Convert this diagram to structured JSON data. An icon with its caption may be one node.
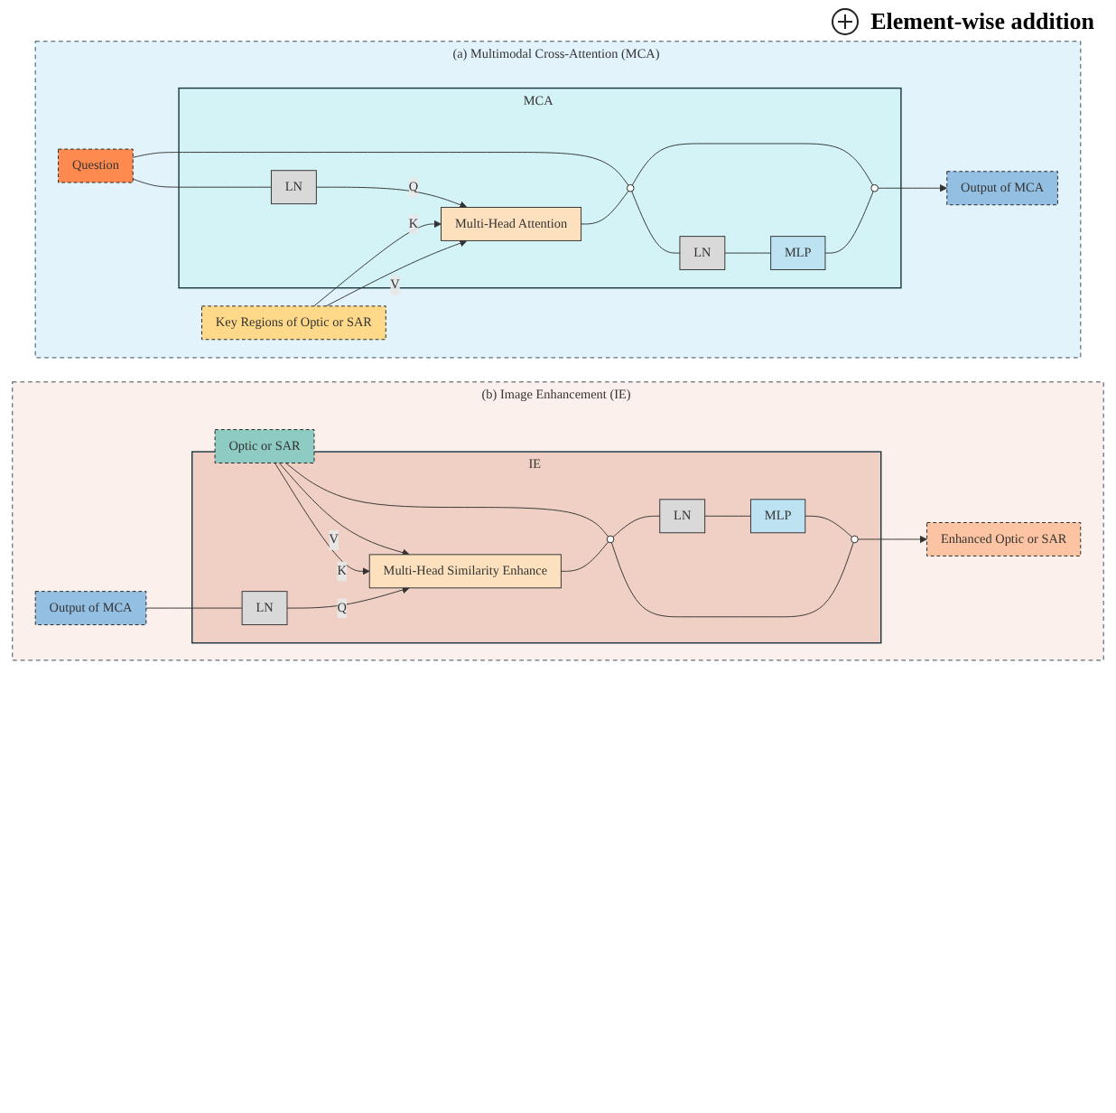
{
  "diagram": {
    "nodes": [
      {
        "text": [
          "(a) Multimodal Cross-Attention (MCA)"
        ]
      },
      {
        "text": [
          "Key Regions of Optic or SAR"
        ],
        "in": 0
      },
      {
        "text": [
          "Question"
        ],
        "in": 0
      },
      {
        "text": [
          "MCA"
        ],
        "in": 0
      },
      {
        "text": [
          "LN"
        ],
        "in": 3
      },
      {
        "text": [
          "Multi-Head Attention"
        ],
        "in": 3
      },
      {
        "text": [],
        "shape": "circle",
        "in": 3
      },
      {
        "text": [
          "LN"
        ],
        "in": 3
      },
      {
        "text": [
          "MLP"
        ],
        "in": 3
      },
      {
        "text": [],
        "shape": "circle",
        "in": 3
      },
      {
        "text": [
          "Output of MCA"
        ],
        "in": 0
      },
      {
        "text": [
          "(b) Image Enhancement (IE)"
        ]
      },
      {
        "text": [
          "Optic or SAR"
        ],
        "in": 11
      },
      {
        "text": [
          "Output of MCA"
        ],
        "in": 11
      },
      {
        "text": [
          "IE"
        ],
        "in": 11
      },
      {
        "text": [
          "LN"
        ],
        "in": 14
      },
      {
        "text": [
          "Multi-Head Similarity Enhance"
        ],
        "in": 14
      },
      {
        "text": [],
        "shape": "circle",
        "in": 14
      },
      {
        "text": [
          "LN"
        ],
        "in": 14
      },
      {
        "text": [
          "MLP"
        ],
        "in": 14
      },
      {
        "text": [],
        "shape": "circle",
        "in": 14
      },
      {
        "text": [
          "Enhanced Optic or SAR"
        ],
        "in": 11
      }
    ],
    "edges": [
      {
        "from": 2,
        "to": 4,
        "arrow": "none"
      },
      {
        "from": 1,
        "to": 5,
        "arrow": "to",
        "label": "V"
      },
      {
        "from": 1,
        "to": 5,
        "arrow": "to",
        "label": "K"
      },
      {
        "from": 4,
        "to": 5,
        "arrow": "to",
        "label": "Q"
      },
      {
        "from": 2,
        "to": 6,
        "arrow": "none"
      },
      {
        "from": 5,
        "to": 6,
        "arrow": "none"
      },
      {
        "from": 6,
        "to": 7,
        "arrow": "none"
      },
      {
        "from": 7,
        "to": 8,
        "arrow": "none"
      },
      {
        "from": 8,
        "to": 9,
        "arrow": "none"
      },
      {
        "from": 6,
        "to": 9,
        "arrow": "none"
      },
      {
        "from": 9,
        "to": 10,
        "arrow": "to"
      },
      {
        "from": 13,
        "to": 15,
        "arrow": "none"
      },
      {
        "from": 12,
        "to": 16,
        "arrow": "to",
        "label": "V"
      },
      {
        "from": 12,
        "to": 16,
        "arrow": "to",
        "label": "K"
      },
      {
        "from": 15,
        "to": 16,
        "arrow": "to",
        "label": "Q"
      },
      {
        "from": 12,
        "to": 17,
        "arrow": "none"
      },
      {
        "from": 16,
        "to": 17,
        "arrow": "none"
      },
      {
        "from": 17,
        "to": 18,
        "arrow": "none"
      },
      {
        "from": 18,
        "to": 19,
        "arrow": "none"
      },
      {
        "from": 19,
        "to": 20,
        "arrow": "none"
      },
      {
        "from": 17,
        "to": 20,
        "arrow": "none"
      },
      {
        "from": 20,
        "to": 21,
        "arrow": "to"
      }
    ],
    "legend": [
      {
        "text": "Element-wise addition"
      }
    ]
  }
}
